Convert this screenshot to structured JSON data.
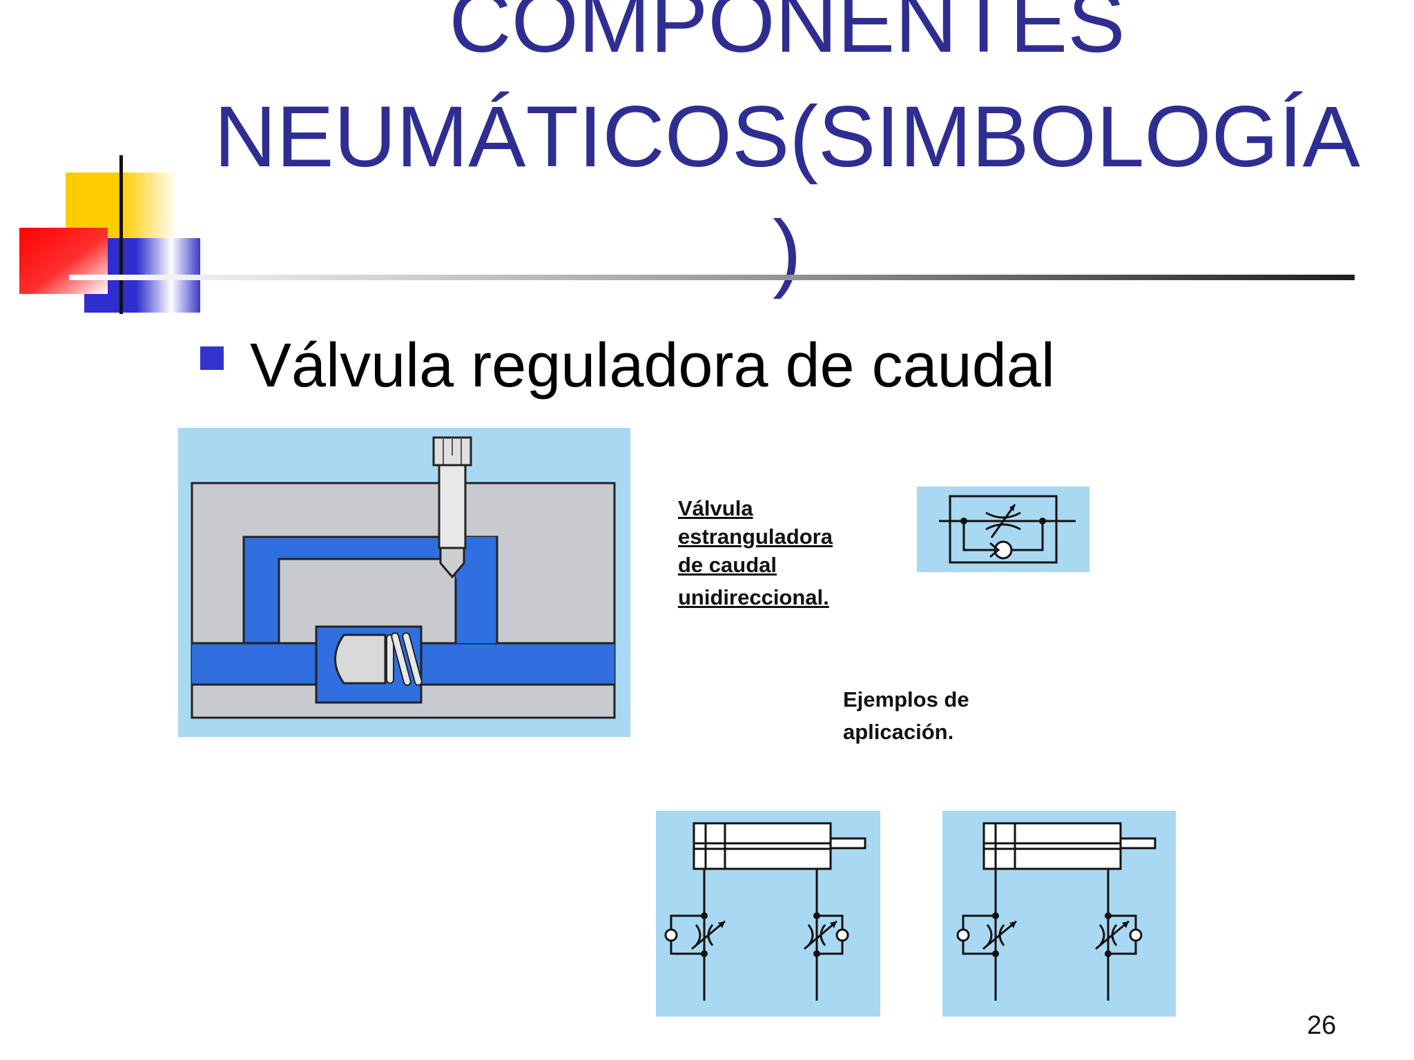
{
  "slide": {
    "title_lines": [
      "COMPONENTES",
      "NEUMÁTICOS(SIMBOLOGÍA",
      ")"
    ],
    "bullet": "Válvula reguladora de caudal",
    "symbol_label_lines": [
      "Válvula",
      "estranguladora",
      "de caudal",
      "unidireccional."
    ],
    "examples_label_lines": [
      "Ejemplos de",
      "aplicación."
    ],
    "page_number": "26"
  },
  "colors": {
    "title": "#2e2e92",
    "bullet": "#3333cc",
    "panel_blue": "#a9d8f2",
    "flow_blue": "#2f6fe0",
    "body_grey": "#c9c9d0",
    "deco_yellow": "#ffcc00",
    "deco_red": "#ff2020",
    "deco_blue": "#3333cc"
  },
  "icons": [
    "decorative-squares-logo",
    "adjustable-throttle-check-valve-symbol",
    "check-valve-icon",
    "adjustable-arrow-icon"
  ]
}
